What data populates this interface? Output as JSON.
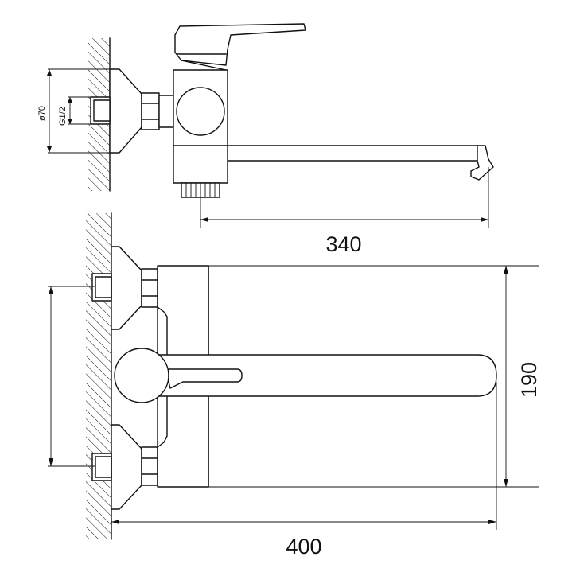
{
  "dimensions": {
    "spout_reach_top": "340",
    "total_length": "400",
    "center_distance_height": "190",
    "flange_diameter": "ø70",
    "thread_size": "G1/2"
  }
}
